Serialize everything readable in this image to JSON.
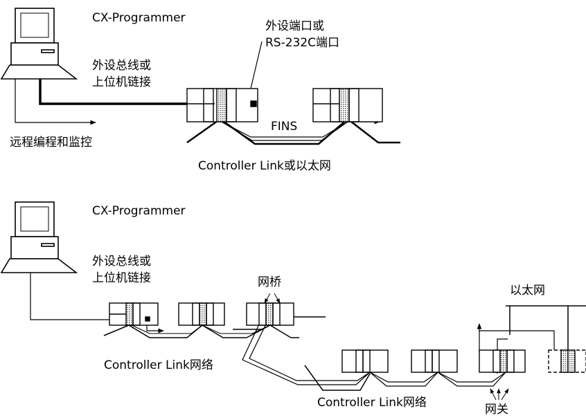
{
  "top": {
    "software_label": "CX-Programmer",
    "bus_label": [
      "外设总线或",
      "上位机链接"
    ],
    "remote_label": "远程编程和监控",
    "port_label": [
      "外设端口或",
      "RS-232C端口"
    ],
    "fins_label": "FINS",
    "network_label": "Controller Link或以太网"
  },
  "bottom": {
    "software_label": "CX-Programmer",
    "bus_label": [
      "外设总线或",
      "上位机链接"
    ],
    "bridge_label": "网桥",
    "ethernet_label": "以太网",
    "network1_label": "Controller Link网络",
    "network2_label": "Controller Link网络",
    "gateway_label": "网关"
  }
}
